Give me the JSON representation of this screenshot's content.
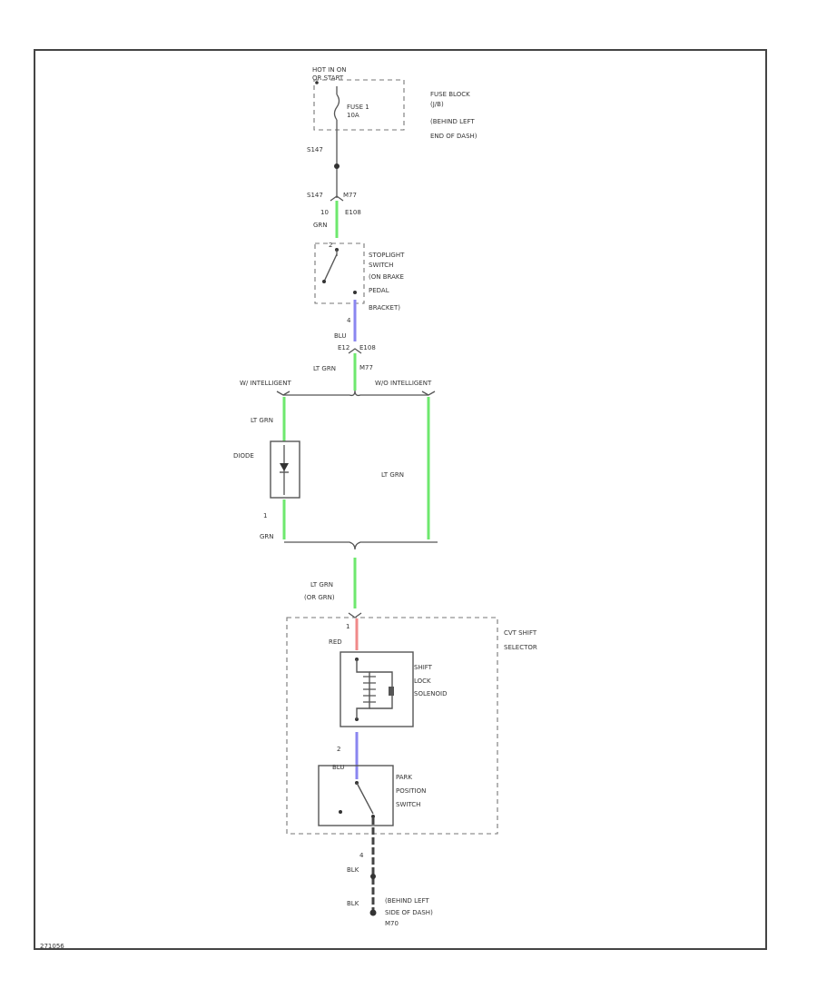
{
  "diagram": {
    "code": "271056",
    "colors": {
      "lt_grn": "#6ee86e",
      "blu": "#8a86f0",
      "red": "#f08a8a",
      "blk": "#444444",
      "line": "#555555",
      "frame": "#444444"
    },
    "power": {
      "line1": "HOT IN ON",
      "line2": "OR START",
      "fuse_line1": "FUSE 1",
      "fuse_line2": "10A",
      "fuse_block": [
        "FUSE BLOCK",
        "(J/B)",
        "(BEHIND LEFT",
        "END OF DASH)"
      ]
    },
    "splice_top": "S147",
    "connector_top": {
      "left": "S147",
      "right": "M77",
      "pin": "10",
      "wire": "GRN",
      "ref": "E108"
    },
    "stoplight": {
      "label": [
        "STOPLIGHT",
        "SWITCH",
        "(ON BRAKE",
        "PEDAL",
        "BRACKET)"
      ],
      "pin_top": "2",
      "pin_bottom": "4",
      "wire_bottom": "BLU",
      "ref_bottom_pin": "E12",
      "ref_bottom": "E108"
    },
    "upper_bus": {
      "wire": "LT GRN",
      "ref": "M77",
      "left": "W/ INTELLIGENT",
      "right": "W/O INTELLIGENT"
    },
    "left_branch": {
      "wire_top": "LT GRN",
      "diode": "DIODE",
      "pin": "1",
      "wire_bottom": "GRN"
    },
    "right_branch": {
      "wire": "LT GRN"
    },
    "lower_bus": {
      "wire_line1": "LT GRN",
      "wire_line2": "(OR GRN)"
    },
    "selector": {
      "label": [
        "CVT SHIFT",
        "SELECTOR"
      ],
      "pin_top": "1",
      "wire_top": "RED",
      "solenoid": [
        "SHIFT",
        "LOCK",
        "SOLENOID"
      ],
      "pin_mid": "2",
      "wire_mid": "BLU",
      "park": [
        "PARK",
        "POSITION",
        "SWITCH"
      ],
      "pin_bottom": "4"
    },
    "ground": {
      "wire1": "BLK",
      "wire2": "BLK",
      "label": [
        "(BEHIND LEFT",
        "SIDE OF DASH)",
        "M70"
      ]
    }
  }
}
